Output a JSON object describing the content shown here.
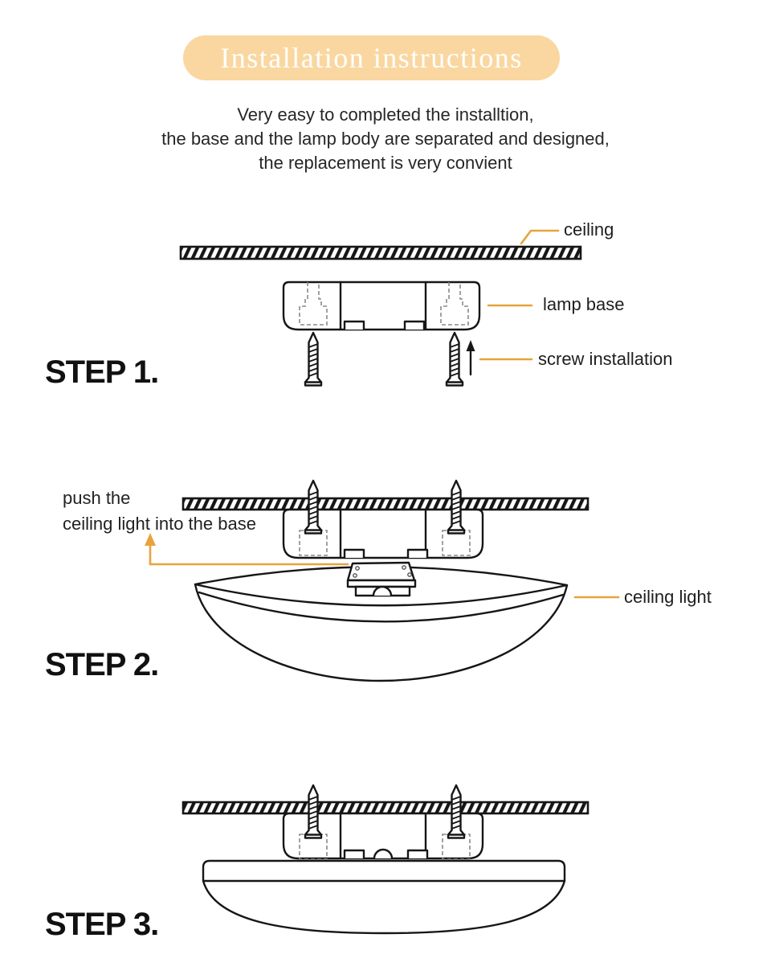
{
  "header": {
    "title": "Installation instructions",
    "subtitle_line1": "Very easy to completed the installtion,",
    "subtitle_line2": "the base and the lamp body are separated and designed,",
    "subtitle_line3": "the replacement is very convient"
  },
  "step1": {
    "label": "STEP 1.",
    "callout_ceiling": "ceiling",
    "callout_lamp_base": "lamp base",
    "callout_screw": "screw installation"
  },
  "step2": {
    "label": "STEP 2.",
    "note_line1": "push the",
    "note_line2": "ceiling light into the base",
    "callout_ceiling_light": "ceiling light"
  },
  "step3": {
    "label": "STEP 3."
  },
  "colors": {
    "accent_leader": "#E7A33C",
    "banner_background": "#FAD7A0",
    "line_ink": "#161616"
  }
}
